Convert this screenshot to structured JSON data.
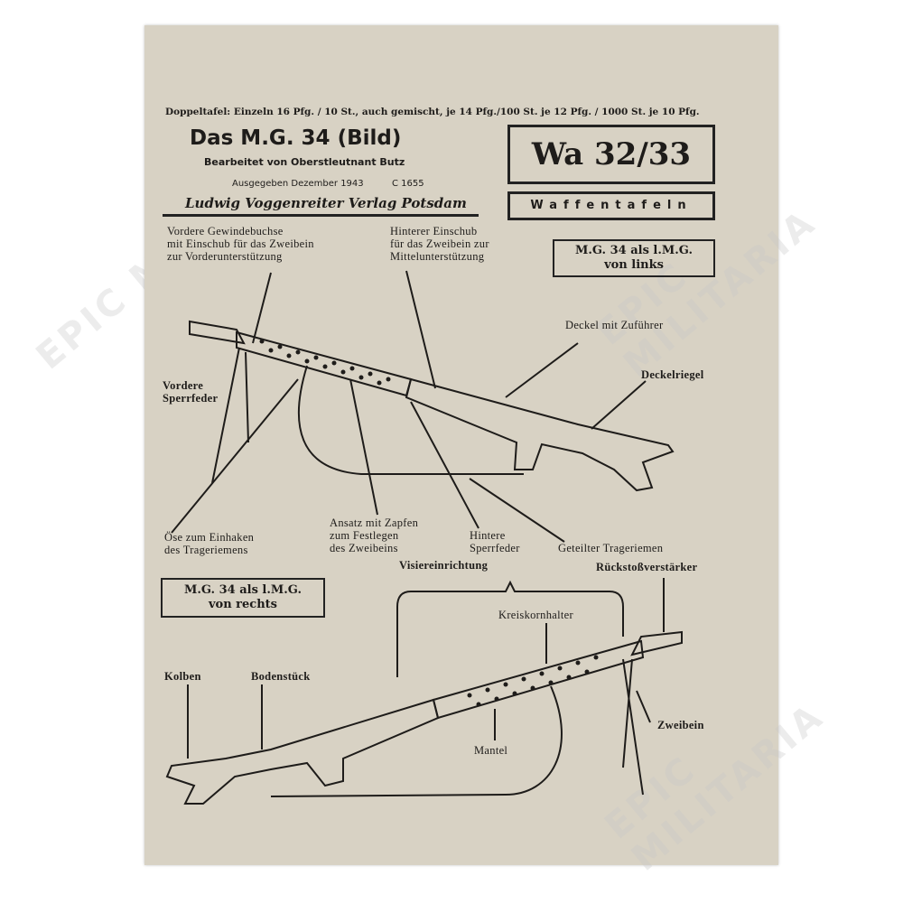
{
  "watermark": "EPIC MILITARIA",
  "header": {
    "price_line": "Doppeltafel: Einzeln 16 Pfg. / 10 St., auch gemischt, je 14 Pfg./100 St. je 12 Pfg. / 1000 St. je 10 Pfg.",
    "title": "Das M.G. 34 (Bild)",
    "author": "Bearbeitet von Oberstleutnant Butz",
    "issued": "Ausgegeben Dezember 1943",
    "code": "C 1655",
    "publisher": "Ludwig Voggenreiter Verlag Potsdam",
    "plate_number": "Wa 32/33",
    "series": "Waffentafeln"
  },
  "boxes": {
    "left_view": [
      "M.G. 34 als l.M.G.",
      "von links"
    ],
    "right_view": [
      "M.G. 34 als l.M.G.",
      "von rechts"
    ]
  },
  "labels": {
    "vordere_gewindebuchse": [
      "Vordere Gewindebuchse",
      "mit Einschub für das Zweibein",
      "zur Vorderunterstützung"
    ],
    "hinterer_einschub": [
      "Hinterer Einschub",
      "für das Zweibein zur",
      "Mittelunterstützung"
    ],
    "deckel": "Deckel mit Zuführer",
    "deckelriegel": "Deckelriegel",
    "vordere_sperrfeder": [
      "Vordere",
      "Sperrfeder"
    ],
    "oese": [
      "Öse zum Einhaken",
      "des Trageriemens"
    ],
    "ansatz": [
      "Ansatz mit Zapfen",
      "zum Festlegen",
      "des Zweibeins"
    ],
    "hintere_sperrfeder": [
      "Hintere",
      "Sperrfeder"
    ],
    "trageriemen": "Geteilter Trageriemen",
    "visier": "Visiereinrichtung",
    "rueckstoss": "Rückstoßverstärker",
    "kreiskornhalter": "Kreiskornhalter",
    "kolben": "Kolben",
    "bodenstueck": "Bodenstück",
    "mantel": "Mantel",
    "zweibein": "Zweibein"
  }
}
